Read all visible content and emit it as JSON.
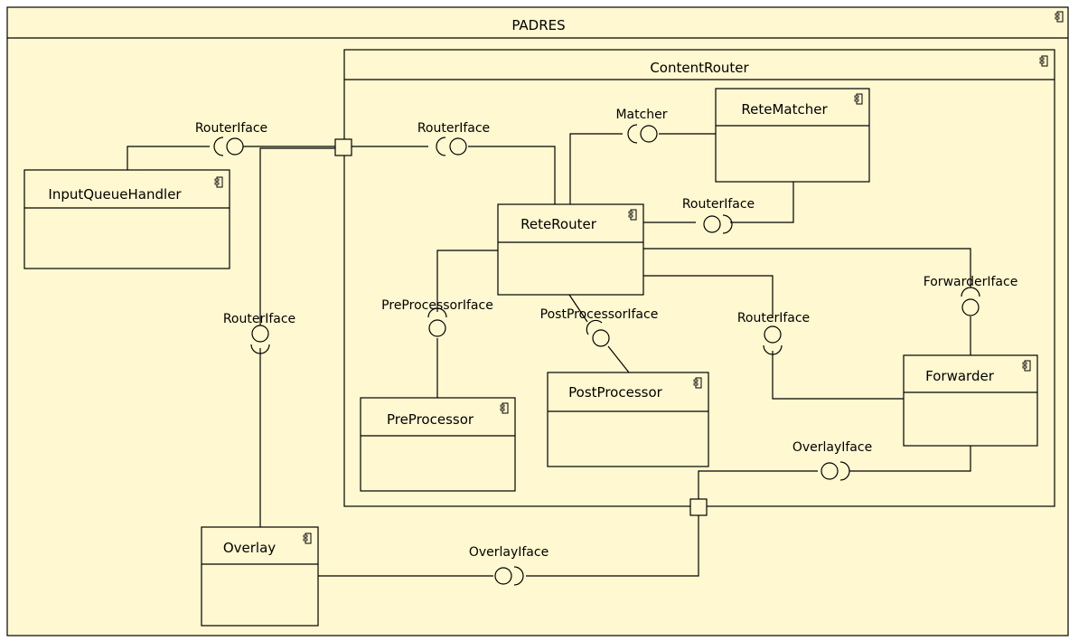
{
  "padres": {
    "title": "PADRES"
  },
  "content_router": {
    "title": "ContentRouter"
  },
  "components": {
    "input_queue_handler": "InputQueueHandler",
    "overlay": "Overlay",
    "rete_matcher": "ReteMatcher",
    "rete_router": "ReteRouter",
    "pre_processor": "PreProcessor",
    "post_processor": "PostProcessor",
    "forwarder": "Forwarder"
  },
  "interfaces": {
    "router_iface_input": "RouterIface",
    "router_iface_content": "RouterIface",
    "matcher": "Matcher",
    "router_iface_matcher": "RouterIface",
    "router_iface_overlay": "RouterIface",
    "pre_processor_iface": "PreProcessorIface",
    "post_processor_iface": "PostProcessorIface",
    "router_iface_forwarder": "RouterIface",
    "forwarder_iface": "ForwarderIface",
    "overlay_iface_inner": "OverlayIface",
    "overlay_iface_outer": "OverlayIface"
  },
  "icons": {
    "component": "component-icon"
  },
  "colors": {
    "fill": "#fff8d0",
    "stroke": "#000000"
  }
}
